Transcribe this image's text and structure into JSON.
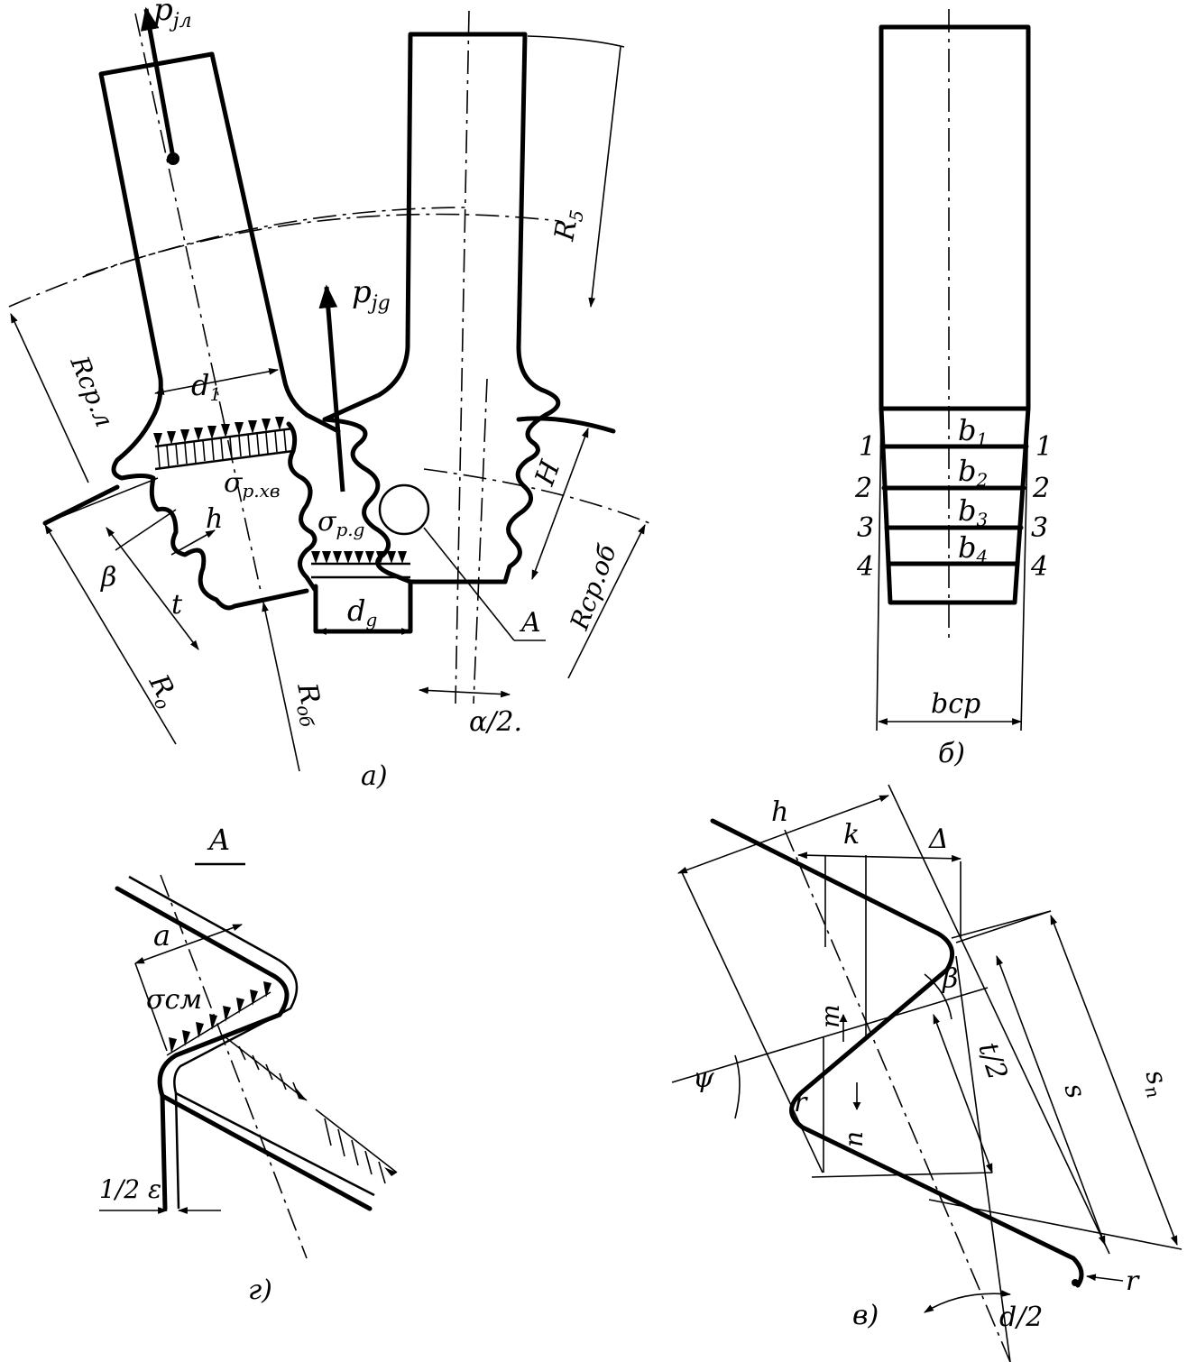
{
  "panels": {
    "a": {
      "caption": "а)",
      "labels": {
        "p_jl": "p",
        "p_jl_sub": "jл",
        "p_jg": "p",
        "p_jg_sub": "jg",
        "r5": "R",
        "r5_sub": "5",
        "r_sr_l": "Rср.л",
        "d1": "d",
        "d1_sub": "1",
        "sigma_hv": "σ",
        "sigma_hv_sub": "р.хв",
        "sigma_g": "σ",
        "sigma_g_sub": "р.g",
        "h": "h",
        "beta": "β",
        "t": "t",
        "dg": "d",
        "dg_sub": "g",
        "H": "H",
        "A": "A",
        "r_sr_ob": "Rср.об",
        "r0": "R",
        "r0_sub": "о",
        "r_ob": "R",
        "r_ob_sub": "об",
        "alpha": "α/2."
      }
    },
    "b": {
      "caption": "б)",
      "labels": {
        "b1": "b",
        "b1_sub": "1",
        "b2": "b",
        "b2_sub": "2",
        "b3": "b",
        "b3_sub": "3",
        "b4": "b",
        "b4_sub": "4",
        "sections": [
          "1",
          "2",
          "3",
          "4"
        ],
        "b_sr": "bср"
      }
    },
    "g": {
      "caption": "г)",
      "labels": {
        "A": "A",
        "a": "a",
        "sigma_sm": "σсм",
        "eps": "1/2 ε"
      }
    },
    "v": {
      "caption": "в)",
      "labels": {
        "h": "h",
        "k": "k",
        "delta": "Δ",
        "beta": "β",
        "m": "m",
        "psi": "ψ",
        "r_small": "r",
        "n": "n",
        "t2": "t/2",
        "s": "s",
        "s_n": "s",
        "s_n_sub": "п",
        "d2": "d/2",
        "r_end": "r"
      }
    }
  }
}
